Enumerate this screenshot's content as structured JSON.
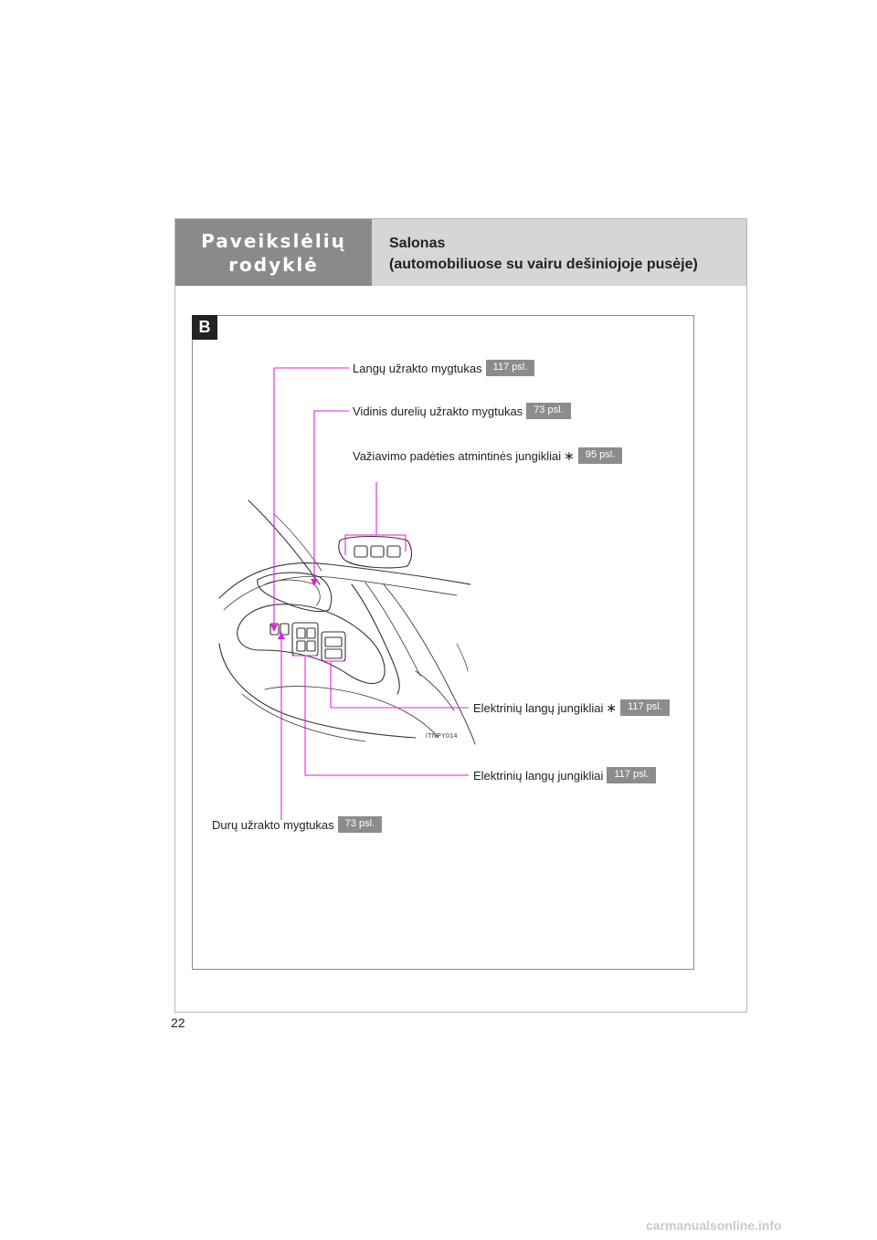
{
  "header": {
    "section_title_line1": "Paveikslėlių",
    "section_title_line2": "rodyklė",
    "subtitle_line1": "Salonas",
    "subtitle_line2": "(automobiliuose su vairu dešiniojoje pusėje)"
  },
  "figure": {
    "badge": "B",
    "code": "ITNPY014",
    "colors": {
      "leader_line": "#e61ee0",
      "ref_badge": "#8c8c8c"
    }
  },
  "callouts": [
    {
      "label": "Langų užrakto mygtukas",
      "ref": "117 psl."
    },
    {
      "label": "Vidinis durelių užrakto mygtukas",
      "ref": "73 psl."
    },
    {
      "label": "Važiavimo padėties atmintinės jungikliai",
      "star": "∗",
      "ref": "95 psl."
    },
    {
      "label": "Elektrinių langų jungikliai",
      "star": "∗",
      "ref": "117 psl."
    },
    {
      "label": "Elektrinių langų jungikliai",
      "ref": "117 psl."
    },
    {
      "label": "Durų užrakto mygtukas",
      "ref": "73 psl."
    }
  ],
  "footer": {
    "page_number": "22",
    "watermark": "carmanualsonline.info"
  }
}
